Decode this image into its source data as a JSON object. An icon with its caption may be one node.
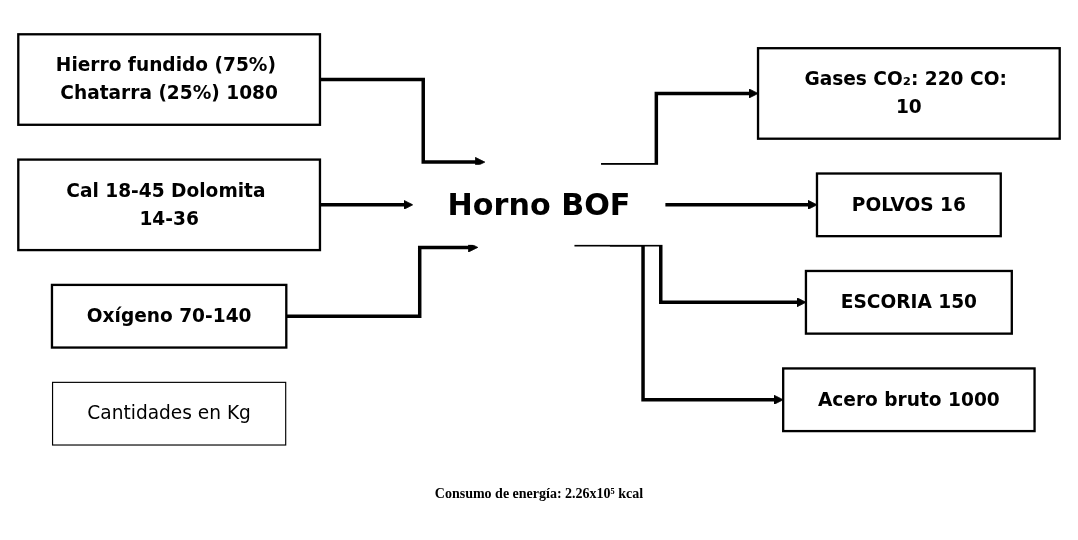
{
  "diagram": {
    "nodes": [
      {
        "text": [
          "Hierro fundido (75%) Chatarra (25%) 1080"
        ]
      },
      {
        "text": [
          "Cal 18-45 Dolomita 14-36"
        ]
      },
      {
        "text": [
          "Oxígeno 70-140"
        ]
      },
      {
        "text": [
          "Horno BOF"
        ]
      },
      {
        "text": [
          "Gases CO₂: 220 CO: 10"
        ]
      },
      {
        "text": [
          "POLVOS 16"
        ]
      },
      {
        "text": [
          "ESCORIA 150"
        ]
      },
      {
        "text": [
          "Acero bruto 1000"
        ]
      },
      {
        "text": [
          "Cantidades en Kg"
        ]
      }
    ],
    "edges": [
      {
        "from": 0,
        "to": 3,
        "arrow": "to"
      },
      {
        "from": 1,
        "to": 3,
        "arrow": "to"
      },
      {
        "from": 2,
        "to": 3,
        "arrow": "to"
      },
      {
        "from": 3,
        "to": 4,
        "arrow": "to"
      },
      {
        "from": 3,
        "to": 5,
        "arrow": "to"
      },
      {
        "from": 3,
        "to": 6,
        "arrow": "to"
      },
      {
        "from": 3,
        "to": 7,
        "arrow": "to"
      }
    ],
    "labels": [
      "Consumo de energía: 2.26x10⁵ kcal"
    ]
  }
}
